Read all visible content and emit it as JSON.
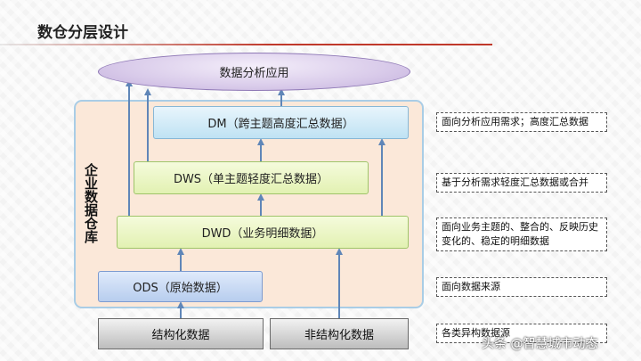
{
  "slide": {
    "title": "数仓分层设计"
  },
  "diagram": {
    "top": "数据分析应用",
    "warehouse_label": "企业数据仓库",
    "layers": {
      "dm": "DM（跨主题高度汇总数据）",
      "dws": "DWS（单主题轻度汇总数据）",
      "dwd": "DWD（业务明细数据）",
      "ods": "ODS（原始数据）"
    },
    "sources": {
      "structured": "结构化数据",
      "unstructured": "非结构化数据"
    },
    "descriptions": {
      "dm": "面向分析应用需求；高度汇总数据",
      "dws": "基于分析需求轻度汇总数据或合并",
      "dwd": "面向业务主题的、整合的、反映历史变化的、稳定的明细数据",
      "ods": "面向数据来源",
      "sources": "各类异构数据源"
    },
    "colors": {
      "arrow": "#5f86b8",
      "title_rule": "#c0392b",
      "warehouse_fill": "#fbe8d9",
      "warehouse_border": "#a9cde6"
    }
  },
  "watermark": "头条 @智慧城市动态"
}
